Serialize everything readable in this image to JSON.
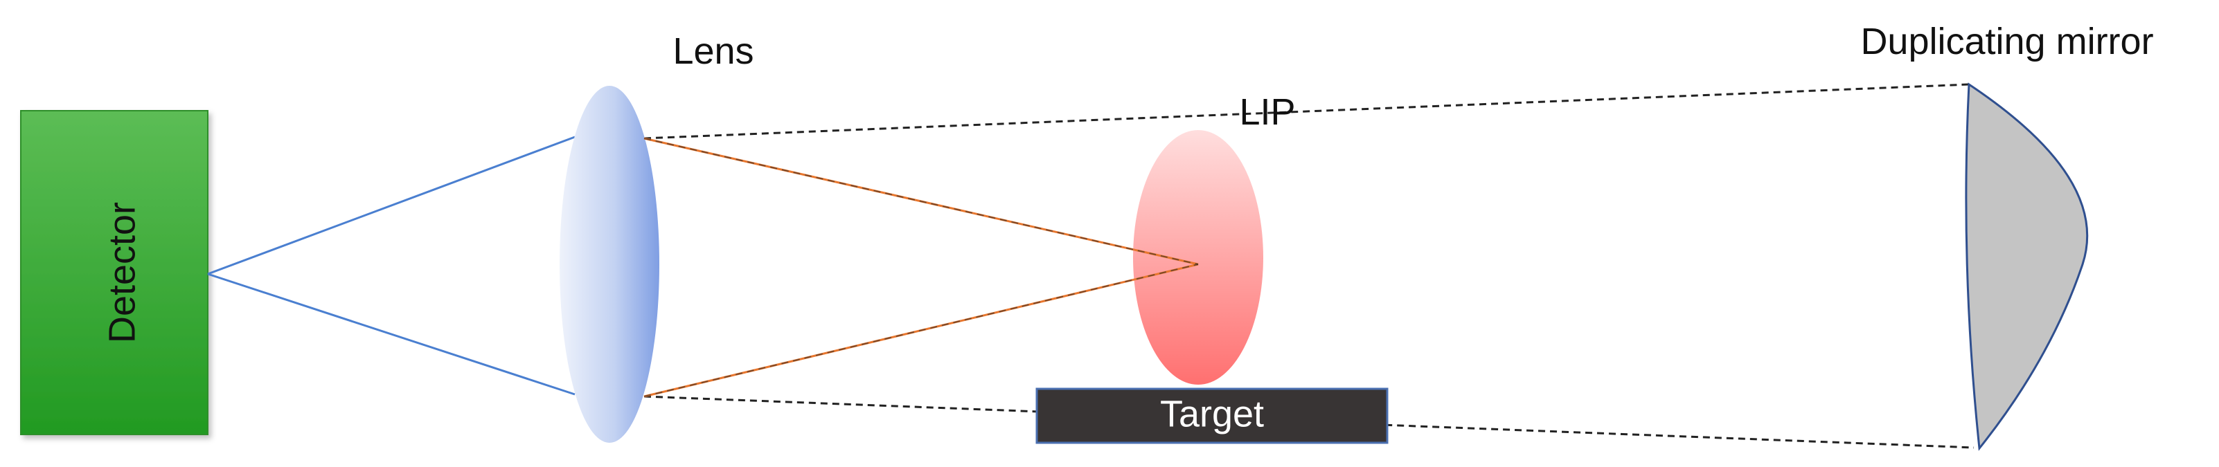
{
  "labels": {
    "detector": "Detector",
    "lens": "Lens",
    "lip": "LIP",
    "target": "Target",
    "mirror": "Duplicating mirror"
  },
  "colors": {
    "detector_fill": "#3aaa35",
    "detector_border": "#2e8f2a",
    "lens_fill_light": "#e6ecfa",
    "lens_fill_dark": "#8aa6e6",
    "lip_fill_light": "#ffd2d2",
    "lip_fill_dark": "#ff7a7a",
    "target_fill": "#383434",
    "target_border": "#4a6fb0",
    "mirror_fill": "#c8c8c8",
    "mirror_stroke": "#2f4f8f",
    "detector_ray": "#4a7fd0",
    "plasma_ray": "#e9772e",
    "mirror_ray": "#222222"
  }
}
